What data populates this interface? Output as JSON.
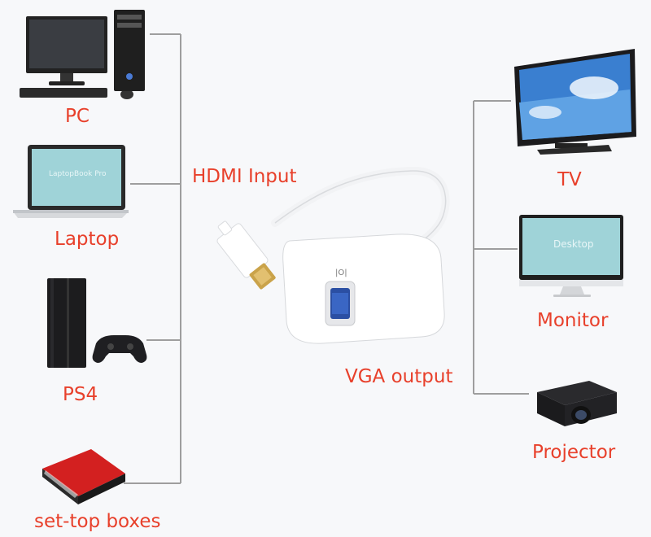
{
  "inputs": [
    {
      "name": "PC"
    },
    {
      "name": "Laptop"
    },
    {
      "name": "PS4"
    },
    {
      "name": "set-top boxes"
    }
  ],
  "outputs": [
    {
      "name": "TV"
    },
    {
      "name": "Monitor"
    },
    {
      "name": "Projector"
    }
  ],
  "adapter": {
    "input_label": "HDMI Input",
    "output_label": "VGA output"
  },
  "screen_text": {
    "laptop": "LaptopBook Pro",
    "monitor": "Desktop"
  },
  "colors": {
    "label": "#e8402b",
    "connector_line": "#9e9e9e",
    "background": "#f7f8fa"
  }
}
